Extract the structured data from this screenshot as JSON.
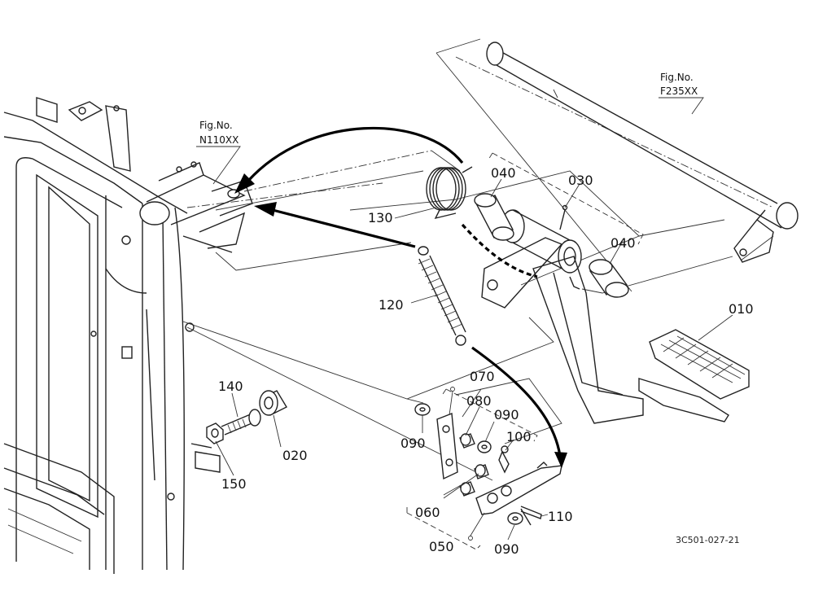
{
  "labels": {
    "p010": "010",
    "p020": "020",
    "p030": "030",
    "p040a": "040",
    "p040b": "040",
    "p050": "050",
    "p060": "060",
    "p070": "070",
    "p080": "080",
    "p090a": "090",
    "p090b": "090",
    "p090c": "090",
    "p100": "100",
    "p110": "110",
    "p120": "120",
    "p130": "130",
    "p140": "140",
    "p150": "150"
  },
  "figure_refs": {
    "left": {
      "prefix": "Fig.No.",
      "code": "N110XX"
    },
    "right": {
      "prefix": "Fig.No.",
      "code": "F235XX"
    }
  },
  "drawing_code": "3C501-027-21"
}
